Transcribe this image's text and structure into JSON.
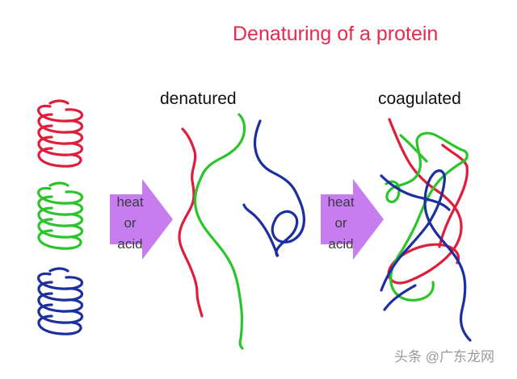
{
  "title": "Denaturing of a protein",
  "labels": {
    "denatured": "denatured",
    "coagulated": "coagulated"
  },
  "arrows": [
    {
      "lines": [
        "heat",
        "or",
        "acid"
      ]
    },
    {
      "lines": [
        "heat",
        "or",
        "acid"
      ]
    }
  ],
  "watermark": "头条 @广东龙网",
  "colors": {
    "title": "#e8294d",
    "red_strand": "#e01e3c",
    "green_strand": "#2bc42b",
    "blue_strand": "#1c2f9e",
    "arrow_fill": "#c77df0"
  },
  "icons": [
    "red-helix-icon",
    "green-helix-icon",
    "blue-helix-icon",
    "right-arrow-icon"
  ]
}
